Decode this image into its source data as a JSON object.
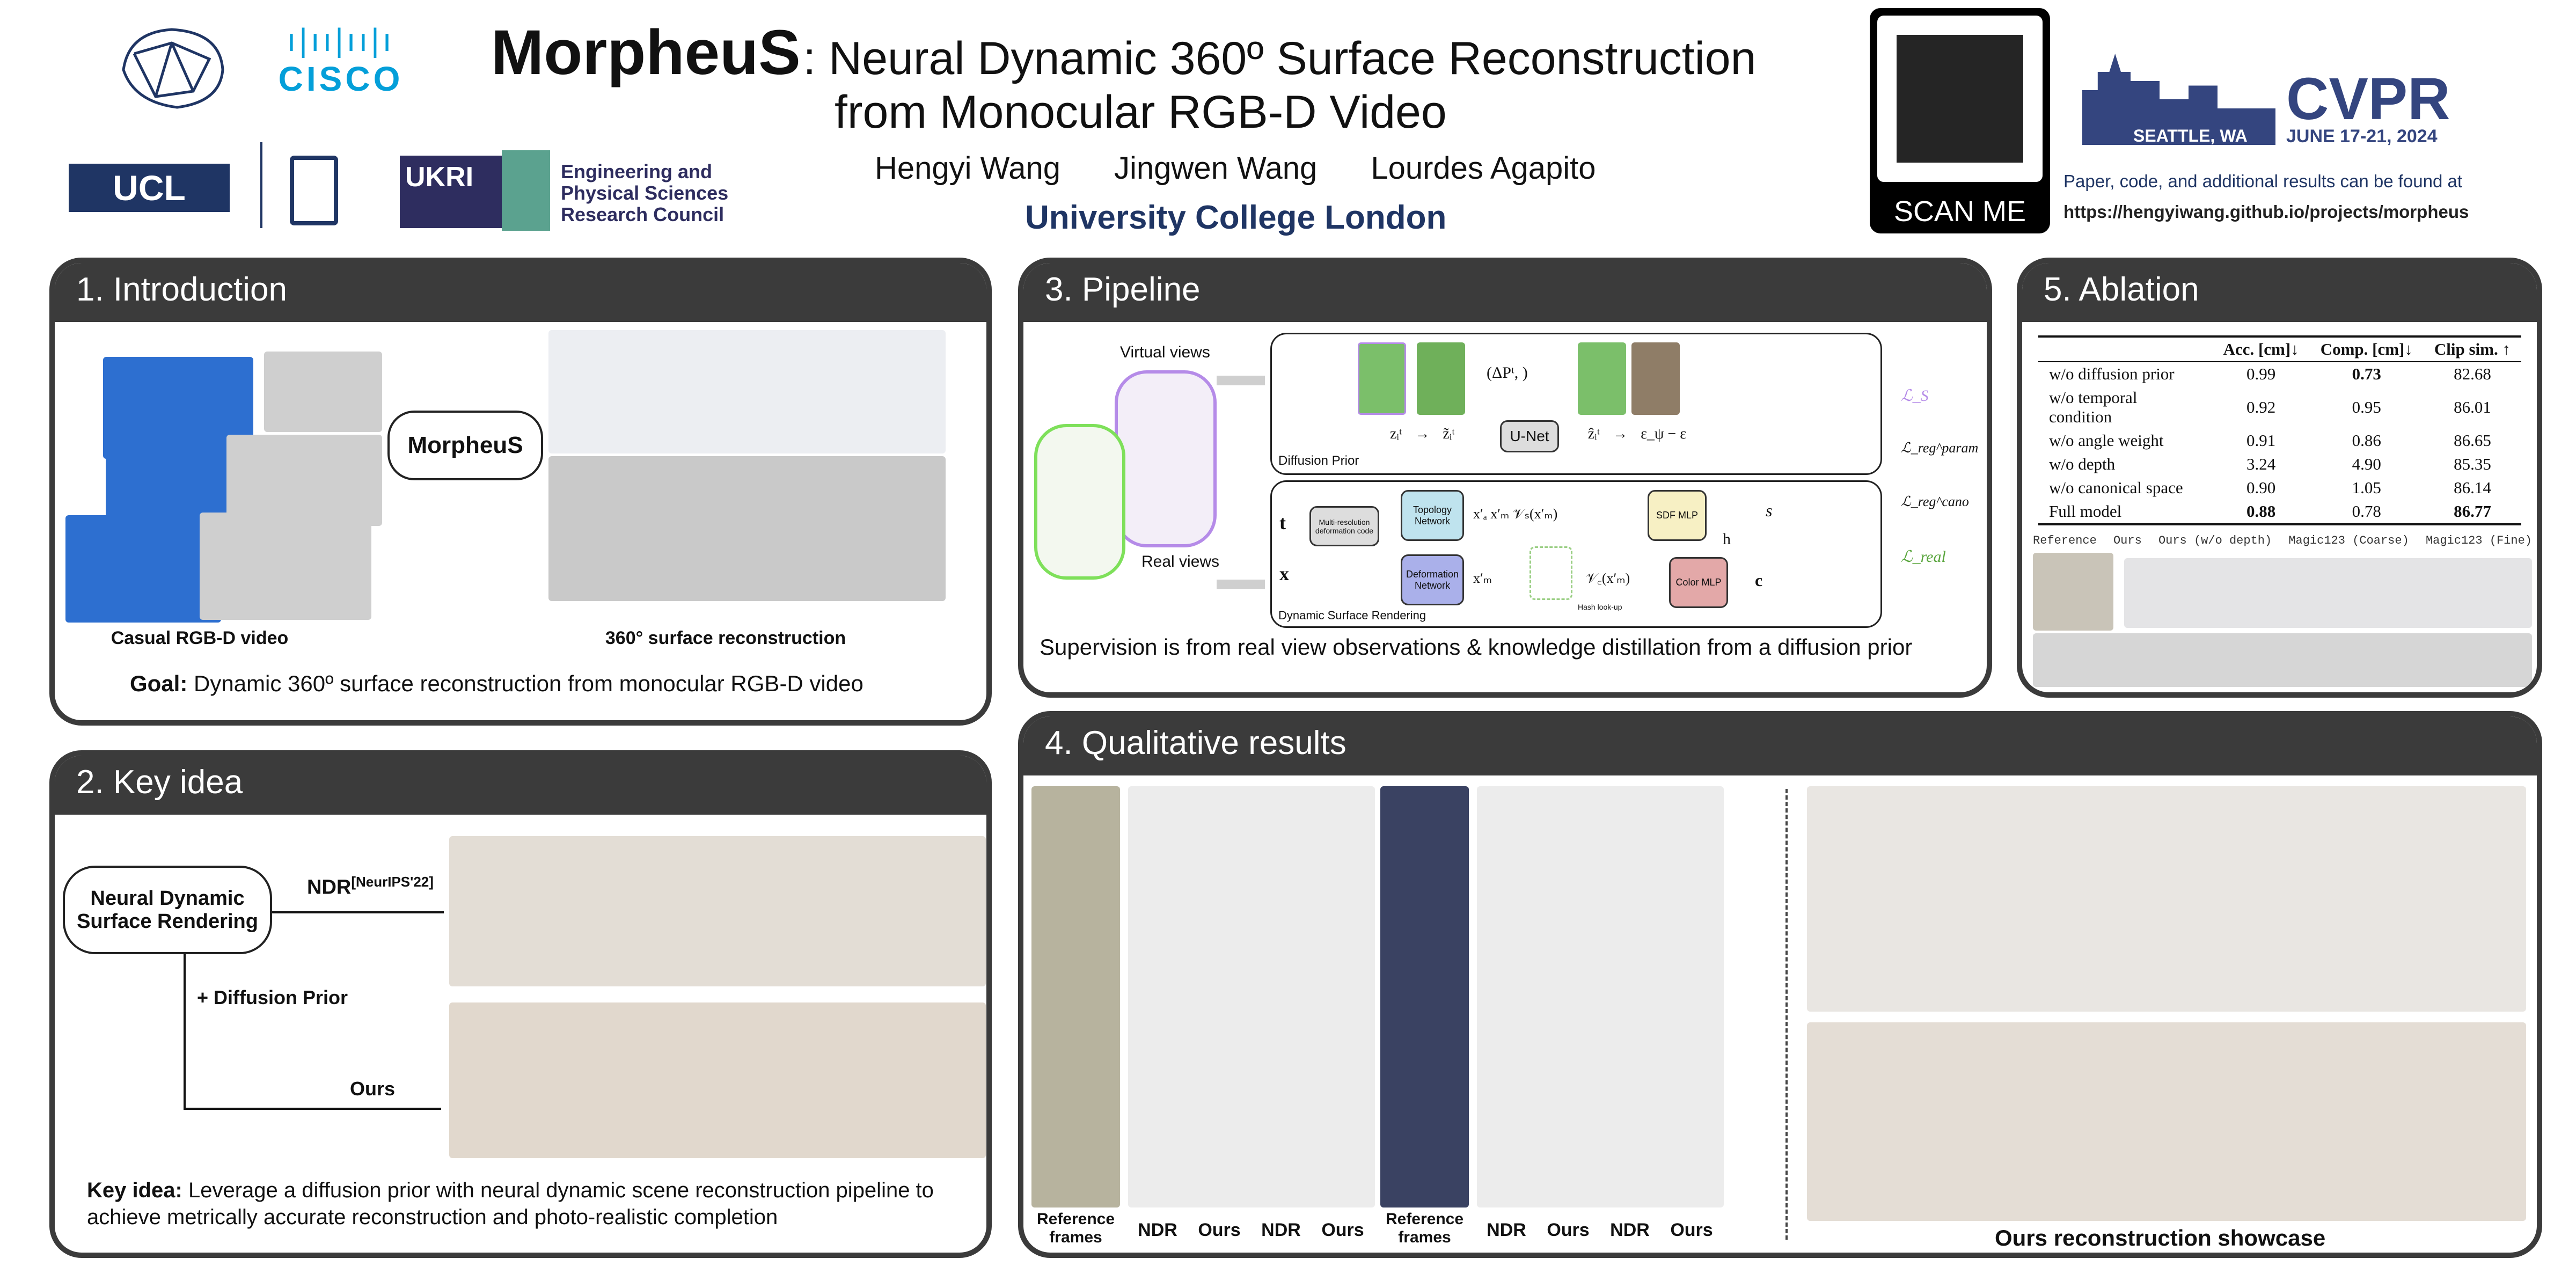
{
  "header": {
    "title_main": "MorpheuS",
    "title_sub_line1": ": Neural Dynamic 360º Surface Reconstruction",
    "title_sub_line2": "from Monocular RGB-D Video",
    "authors": [
      "Hengyi Wang",
      "Jingwen Wang",
      "Lourdes Agapito"
    ],
    "affiliation": "University College London",
    "logos": {
      "cisco": "CISCO",
      "ucl": "UCL",
      "ukri": "UKRI",
      "epsrc": "Engineering and Physical Sciences Research Council"
    },
    "qr_label": "SCAN ME",
    "cvpr": {
      "name": "CVPR",
      "location": "SEATTLE, WA",
      "dates": "JUNE 17-21, 2024"
    },
    "links_text": "Paper, code, and additional results can be found at",
    "url": "https://hengyiwang.github.io/projects/morpheus",
    "colors": {
      "ucl_blue": "#1f3564",
      "cvpr_blue": "#34457f",
      "cisco_blue": "#049fd9"
    }
  },
  "intro": {
    "title": "1. Introduction",
    "method_box": "MorpheuS",
    "caption_left": "Casual RGB-D video",
    "caption_right": "360° surface reconstruction",
    "goal_label": "Goal:",
    "goal_text": " Dynamic 360º surface reconstruction from monocular RGB-D video"
  },
  "keyidea": {
    "title": "2. Key idea",
    "box": "Neural Dynamic Surface Rendering",
    "ndr_label": "NDR",
    "ndr_sup": "[NeurIPS'22]",
    "prior_label": "+ Diffusion Prior",
    "ours_label": "Ours",
    "key_label": "Key idea:",
    "key_text": " Leverage a diffusion prior with neural dynamic scene reconstruction pipeline to achieve metrically accurate reconstruction and photo-realistic completion"
  },
  "pipeline": {
    "title": "3. Pipeline",
    "virtual_views": "Virtual views",
    "real_views": "Real views",
    "diffusion_prior": "Diffusion Prior",
    "dynamic_rendering": "Dynamic Surface Rendering",
    "unet": "U-Net",
    "delta_p": "(ΔPᵗ, )",
    "z_terms": [
      "zᵢᵗ",
      "z̃ᵢᵗ",
      "ẑᵢᵗ",
      "ε_ψ − ε"
    ],
    "deform_code": "Multi-resolution deformation code",
    "topology": "Topology Network",
    "deformation": "Deformation Network",
    "sdf_mlp": "SDF MLP",
    "color_mlp": "Color MLP",
    "hash": "Hash look-up",
    "inputs": [
      "t",
      "x"
    ],
    "mid_terms": [
      "x′ₐ x′ₘ 𝒱ₛ(x′ₘ)",
      "x′ₘ",
      "𝒱꜀(x′ₘ)"
    ],
    "outputs": [
      "s",
      "h",
      "c"
    ],
    "losses": [
      "ℒ_S",
      "ℒ_reg^param",
      "ℒ_reg^cano",
      "ℒ_real"
    ],
    "caption": "Supervision is from real view observations & knowledge distillation from a diffusion prior"
  },
  "ablation": {
    "title": "5. Ablation",
    "columns": [
      "",
      "Acc. [cm]↓",
      "Comp. [cm]↓",
      "Clip sim. ↑"
    ],
    "rows": [
      [
        "w/o diffusion prior",
        "0.99",
        "0.73",
        "82.68"
      ],
      [
        "w/o temporal condition",
        "0.92",
        "0.95",
        "86.01"
      ],
      [
        "w/o angle weight",
        "0.91",
        "0.86",
        "86.65"
      ],
      [
        "w/o depth",
        "3.24",
        "4.90",
        "85.35"
      ],
      [
        "w/o canonical space",
        "0.90",
        "1.05",
        "86.14"
      ],
      [
        "Full model",
        "0.88",
        "0.78",
        "86.77"
      ]
    ],
    "image_labels": [
      "Reference",
      "Ours",
      "Ours (w/o depth)",
      "Magic123 (Coarse)",
      "Magic123 (Fine)"
    ]
  },
  "qualitative": {
    "title": "4. Qualitative results",
    "labels": [
      "Reference frames",
      "NDR",
      "Ours",
      "NDR",
      "Ours",
      "Reference frames",
      "NDR",
      "Ours",
      "NDR",
      "Ours"
    ],
    "showcase": "Ours reconstruction showcase"
  }
}
